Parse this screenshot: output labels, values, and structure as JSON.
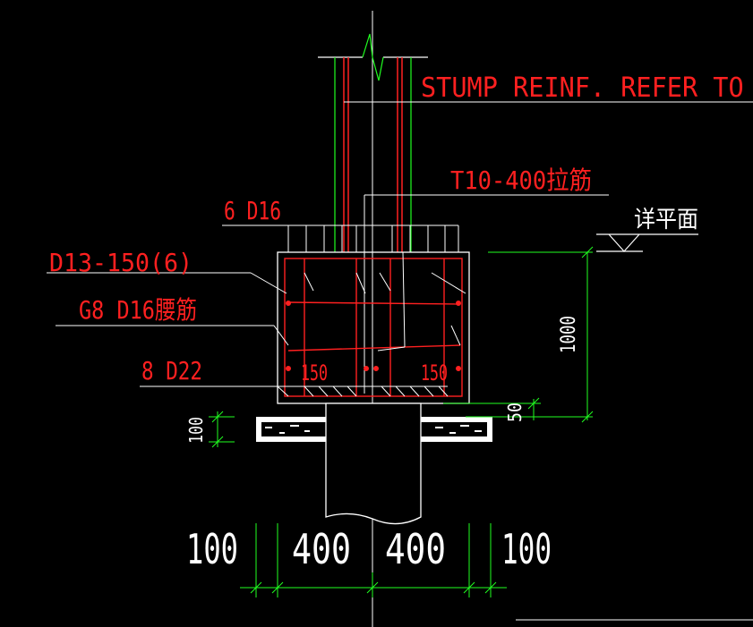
{
  "labels": {
    "stump_reinf": "STUMP REINF. REFER TO R",
    "tie_bar": "T10-400拉筋",
    "top_bars": "6 D16",
    "stirrups": "D13-150(6)",
    "waist_bars": "G8 D16腰筋",
    "bottom_bars": "8 D22",
    "see_plan": "详平面",
    "spacing_left": "150",
    "spacing_right": "150",
    "dim_height": "1000",
    "dim_cover": "50",
    "dim_blinding": "100",
    "dim_bottom_1": "100",
    "dim_bottom_2": "400",
    "dim_bottom_3": "400",
    "dim_bottom_4": "100"
  },
  "colors": {
    "background": "#000000",
    "outline": "#ffffff",
    "rebar": "#ff2020",
    "dimension": "#20ff20",
    "leader": "#ffffff",
    "annotation_text": "#ff2020",
    "level_symbol": "#ffffff"
  }
}
